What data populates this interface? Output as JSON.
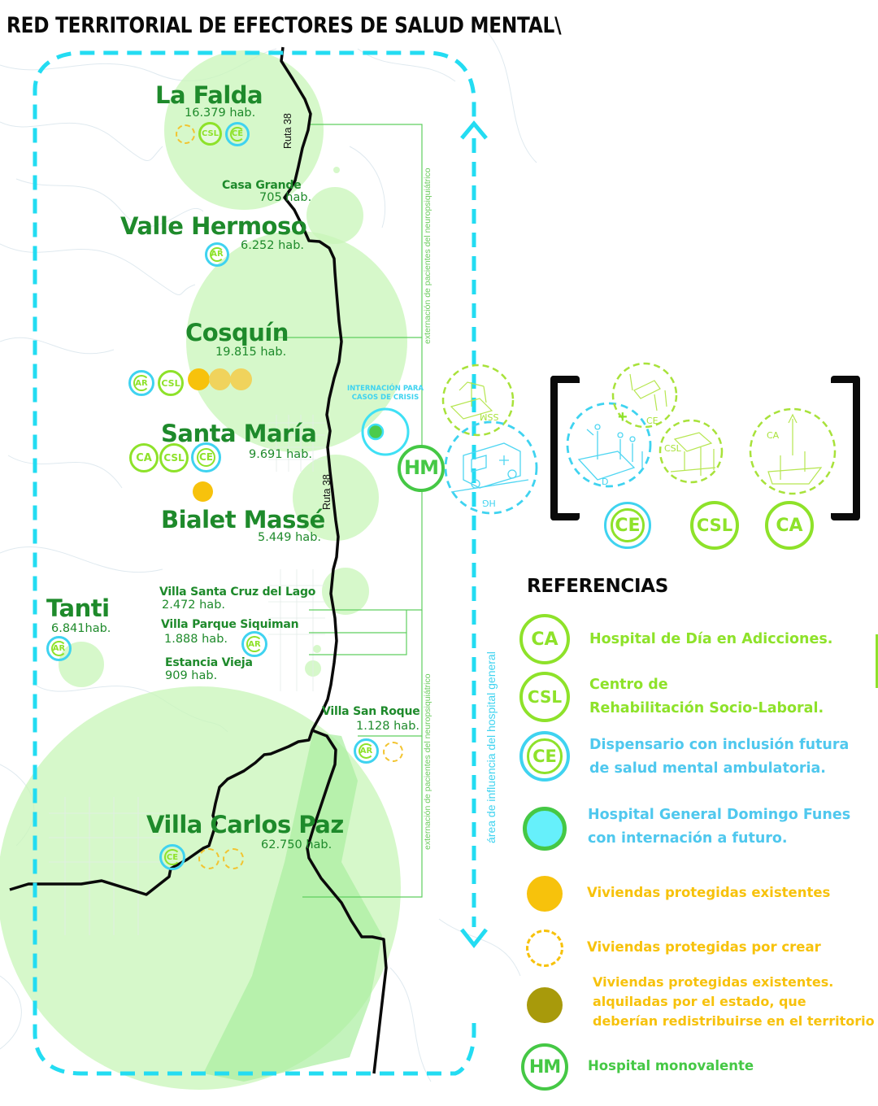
{
  "title": "RED TERRITORIAL DE EFECTORES DE SALUD MENTAL\\",
  "map": {
    "road_labels": [
      "Ruta 38",
      "Ruta 38"
    ],
    "crisis_label_line1": "INTERNACIÓN PARA",
    "crisis_label_line2": "CASOS DE CRISIS",
    "hm_badge": "HM",
    "externacion_label_top": "externación de pacientes del neuropsiquiátrico",
    "externacion_label_bottom": "externación de pacientes del neuropsiquiátrico",
    "influence_label": "área de influencia del hospital general",
    "towns": [
      {
        "name": "La Falda",
        "population": "16.379 hab.",
        "services": [
          "por-crear",
          "CSL",
          "CE"
        ]
      },
      {
        "name": "Casa Grande",
        "population": "705 hab.",
        "services": []
      },
      {
        "name": "Valle Hermoso",
        "population": "6.252 hab.",
        "services": [
          "AR"
        ]
      },
      {
        "name": "Cosquín",
        "population": "19.815 hab.",
        "services": [
          "AR",
          "CSL",
          "existente",
          "existente",
          "existente"
        ]
      },
      {
        "name": "Santa María",
        "population": "9.691 hab.",
        "services": [
          "CA",
          "CSL",
          "CE",
          "existente"
        ]
      },
      {
        "name": "Bialet Massé",
        "population": "5.449 hab.",
        "services": []
      },
      {
        "name": "Villa Santa Cruz del Lago",
        "population": "2.472 hab.",
        "services": []
      },
      {
        "name": "Villa Parque Siquiman",
        "population": "1.888 hab.",
        "services": [
          "AR"
        ]
      },
      {
        "name": "Estancia Vieja",
        "population": "909 hab.",
        "services": []
      },
      {
        "name": "Tanti",
        "population": "6.841hab.",
        "services": [
          "AR"
        ]
      },
      {
        "name": "Villa San Roque",
        "population": "1.128 hab.",
        "services": [
          "AR",
          "por-crear"
        ]
      },
      {
        "name": "Villa Carlos Paz",
        "population": "62.750 hab.",
        "services": [
          "CE",
          "por-crear",
          "por-crear"
        ]
      }
    ],
    "badge_labels": {
      "AR": "AR",
      "CSL": "CSL",
      "CE": "CE",
      "CA": "CA"
    }
  },
  "sketches": {
    "ssm_label": "SSM",
    "hg_label": "HG",
    "ce_label": "CE",
    "d_label": "D",
    "csl_label": "CSL",
    "ca_label": "CA",
    "plus": "+",
    "badges": [
      "CE",
      "CSL",
      "CA"
    ]
  },
  "legend": {
    "title": "REFERENCIAS",
    "items": [
      {
        "symbol": "CA",
        "lines": [
          "Hospital de Día en Adicciones."
        ],
        "color": "#8ee22a"
      },
      {
        "symbol": "CSL",
        "lines": [
          "Centro de",
          "Rehabilitación Socio-Laboral."
        ],
        "color": "#8ee22a"
      },
      {
        "symbol": "CE",
        "lines": [
          "Dispensario con inclusión futura",
          "de salud mental ambulatoria."
        ],
        "color": "#4fc8ee"
      },
      {
        "symbol": "hospital-general",
        "lines": [
          "Hospital General Domingo Funes",
          "con internación a futuro."
        ],
        "color": "#4fc8ee"
      },
      {
        "symbol": "existing-dot",
        "lines": [
          "Viviendas protegidas existentes"
        ],
        "color": "#f7c20c"
      },
      {
        "symbol": "dashed-circle",
        "lines": [
          "Viviendas protegidas por crear"
        ],
        "color": "#f7c20c"
      },
      {
        "symbol": "olive-dot",
        "lines": [
          "Viviendas protegidas existentes.",
          "alquiladas por el estado, que",
          "deberían redistribuirse en el territorio"
        ],
        "color": "#f7c20c"
      },
      {
        "symbol": "HM",
        "lines": [
          "Hospital monovalente"
        ],
        "color": "#45c845"
      }
    ]
  },
  "colors": {
    "town_green": "#1e8a2b",
    "lime": "#8ee22a",
    "cyan": "#3fd3f0",
    "yellow": "#f7c20c",
    "olive": "#a89a0b",
    "area_fill": "#c8f5b8",
    "hm_green": "#45c845"
  }
}
